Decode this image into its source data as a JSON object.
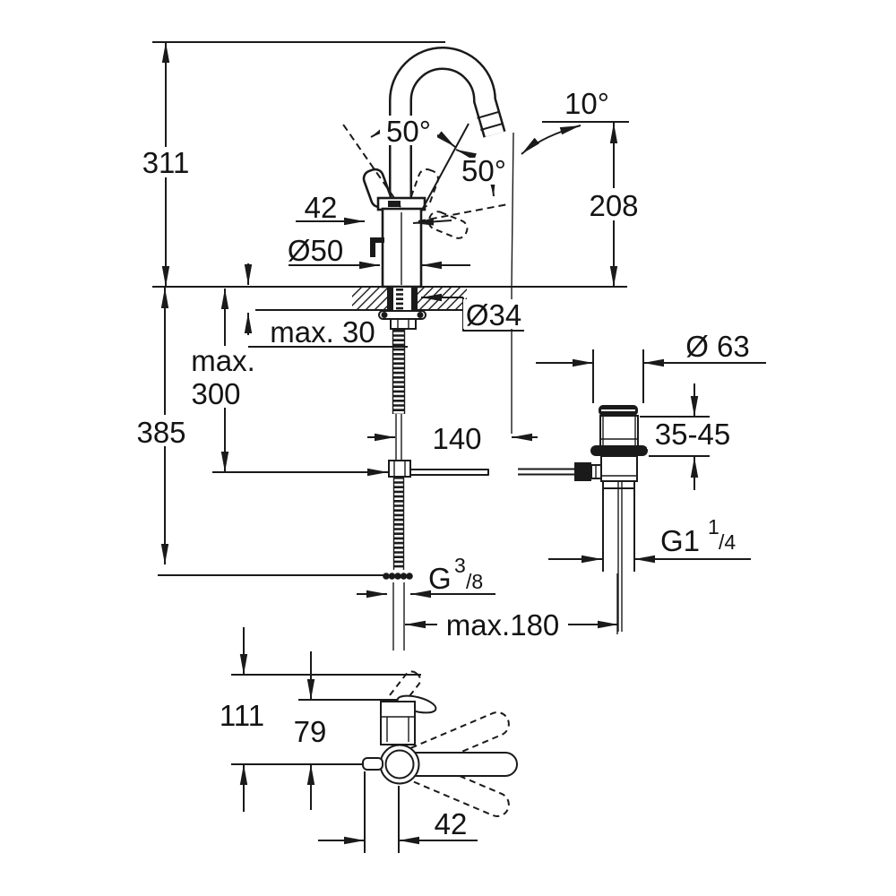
{
  "labels": {
    "overall_height": "311",
    "handle_projection": "42",
    "body_diameter": "Ø50",
    "handle_swivel_angle": "50°",
    "handle_open_angle": "50°",
    "spout_angle": "10°",
    "outlet_height": "208",
    "deck_thickness": "max. 30",
    "hose_reach_line1": "max.",
    "hose_reach_line2": "300",
    "shank_reach": "385",
    "hole_diameter": "Ø34",
    "spout_reach": "140",
    "waste_diameter": "Ø 63",
    "waste_clamping": "35-45",
    "waste_thread_base": "G1",
    "waste_thread_sup": "1",
    "waste_thread_sub": "/4",
    "supply_thread_base": "G",
    "supply_thread_sup": "3",
    "supply_thread_sub": "/8",
    "rod_distance": "max.180",
    "plan_depth_total": "111",
    "plan_depth_body": "79",
    "plan_handle_offset": "42"
  },
  "colors": {
    "line": "#1a1a1a",
    "background": "#ffffff"
  }
}
